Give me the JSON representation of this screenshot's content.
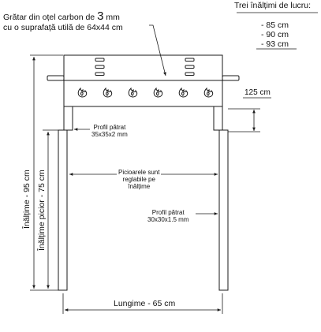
{
  "title": {
    "line1_prefix": "Grătar din oțel carbon de ",
    "line1_num": "3",
    "line1_unit": " mm",
    "line2": "cu o suprafață utilă de 64x44 cm"
  },
  "heights": {
    "title": "Trei înălțimi de lucru:",
    "items": [
      "- 85 cm",
      "- 90 cm",
      "- 93 cm"
    ]
  },
  "dimensions": {
    "side_depth": "125 cm",
    "total_height": "Înălțime  - 95 cm",
    "leg_height": "Înălțime picior - 75 cm",
    "length": "Lungime - 65 cm"
  },
  "notes": {
    "profile_upper": [
      "Profil pătrat",
      "35x35x2 mm"
    ],
    "legs_adjustable": [
      "Picioarele sunt",
      "reglabile pe",
      "înălțime"
    ],
    "profile_lower": [
      "Profil pătrat",
      "30x30x1.5 mm"
    ]
  },
  "colors": {
    "line": "#1a1a1a",
    "fill": "#ffffff"
  },
  "icons": [
    "fire-icon",
    "fire-icon",
    "fire-icon",
    "fire-icon",
    "fire-icon",
    "fire-icon"
  ]
}
